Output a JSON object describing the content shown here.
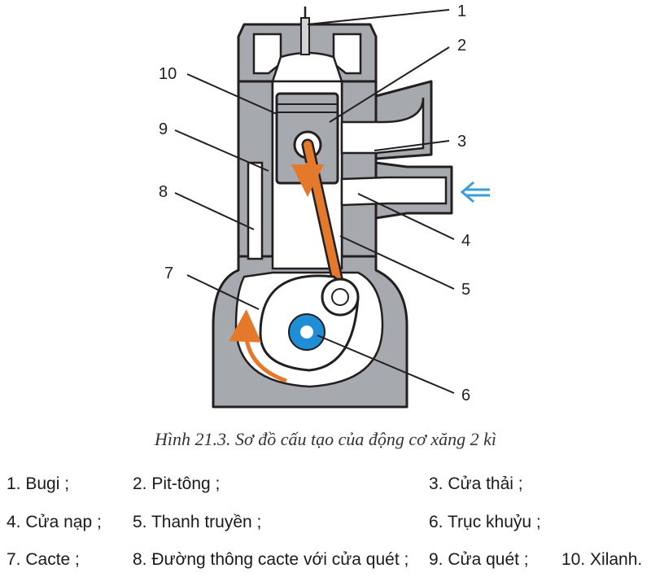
{
  "diagram": {
    "caption": "Hình 21.3. Sơ đồ cấu tạo của động cơ xăng 2 kì",
    "callouts": [
      "1",
      "2",
      "3",
      "4",
      "5",
      "6",
      "7",
      "8",
      "9",
      "10"
    ],
    "colors": {
      "body_gray": "#a6a9ad",
      "outline": "#231f20",
      "connecting_rod": "#e4792c",
      "crankshaft": "#1f8ed6",
      "intake_arrow": "#3a9fd6"
    }
  },
  "legend": {
    "row1": [
      "1. Bugi ;",
      "2. Pit-tông ;",
      "3. Cửa thải ;"
    ],
    "row2": [
      "4. Cửa nạp ;",
      "5. Thanh truyền ;",
      "6. Trục khuỷu ;"
    ],
    "row3": [
      "7. Cacte ;",
      "8. Đường thông cacte với cửa quét ;",
      "9. Cửa quét ;",
      "10. Xilanh."
    ]
  }
}
